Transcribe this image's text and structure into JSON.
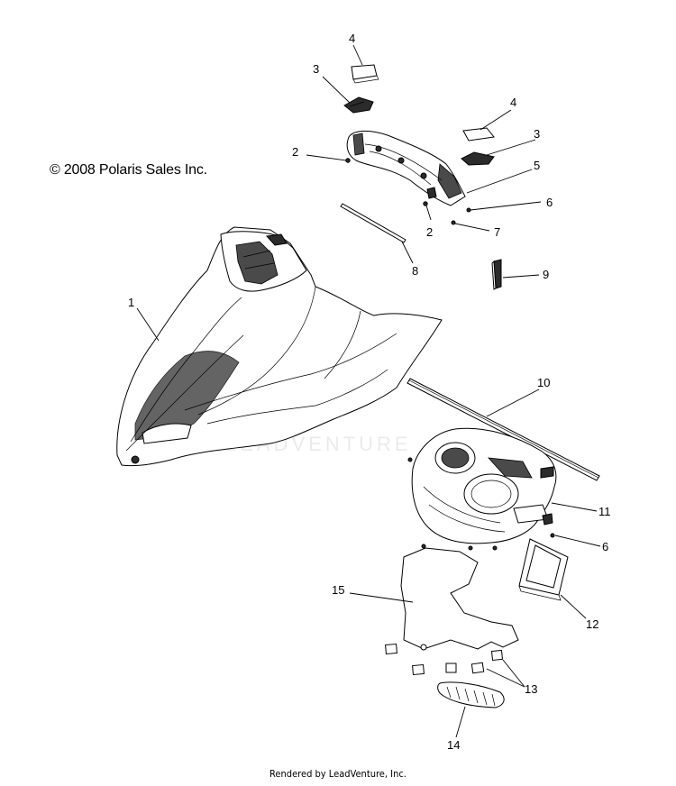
{
  "copyright": "© 2008 Polaris Sales Inc.",
  "footer": "Rendered by LeadVenture, Inc.",
  "watermark": "LEADVENTURE",
  "callouts": [
    {
      "label": "4"
    },
    {
      "label": "3"
    },
    {
      "label": "4"
    },
    {
      "label": "3"
    },
    {
      "label": "2"
    },
    {
      "label": "5"
    },
    {
      "label": "6"
    },
    {
      "label": "2"
    },
    {
      "label": "7"
    },
    {
      "label": "8"
    },
    {
      "label": "9"
    },
    {
      "label": "1"
    },
    {
      "label": "10"
    },
    {
      "label": "11"
    },
    {
      "label": "6"
    },
    {
      "label": "15"
    },
    {
      "label": "12"
    },
    {
      "label": "13"
    },
    {
      "label": "14"
    }
  ]
}
